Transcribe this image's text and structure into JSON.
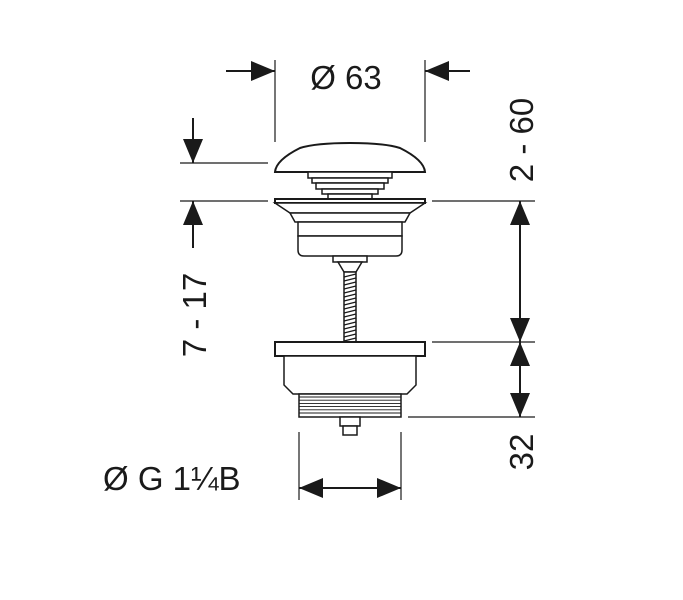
{
  "dimensions": {
    "cap_diameter": "Ø 63",
    "height_range": "2 - 60",
    "stroke_range": "7 - 17",
    "thread_size": "Ø G 1¼B",
    "thread_length": "32"
  },
  "colors": {
    "line": "#1a1a1a",
    "background": "#ffffff"
  }
}
